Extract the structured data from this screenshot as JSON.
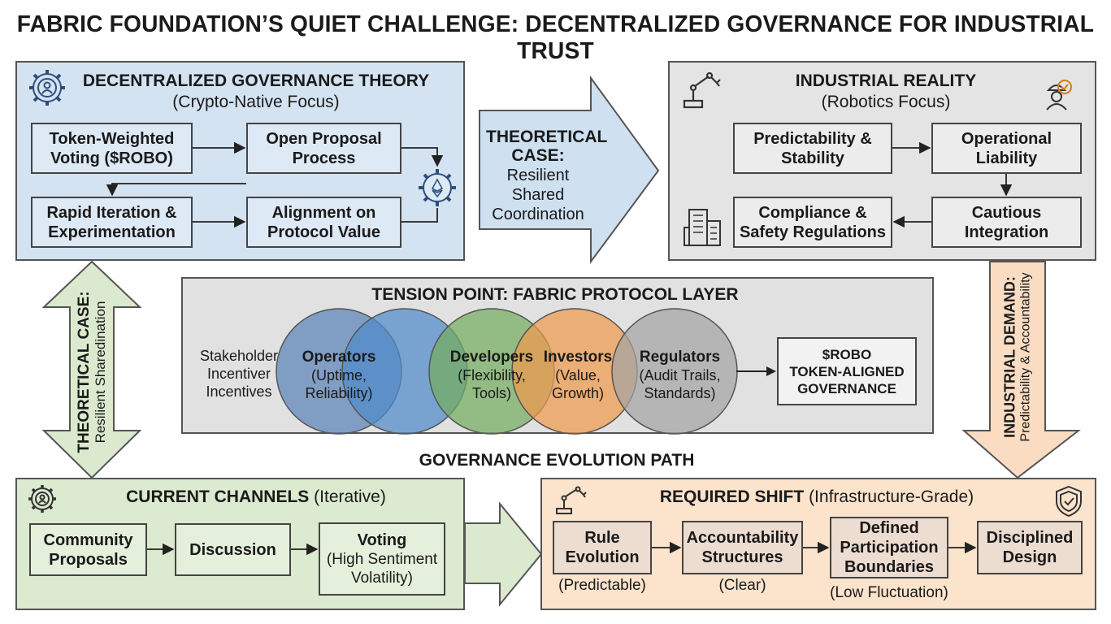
{
  "title": "FABRIC FOUNDATION’S QUIET CHALLENGE: DECENTRALIZED GOVERNANCE FOR INDUSTRIAL TRUST",
  "theory": {
    "title": "DECENTRALIZED GOVERNANCE THEORY",
    "subtitle": "(Crypto-Native Focus)",
    "box1": "Token-Weighted Voting ($ROBO)",
    "box2": "Open Proposal Process",
    "box3": "Rapid Iteration & Experimentation",
    "box4": "Alignment on Protocol Value"
  },
  "theory_arrow": {
    "title": "THEORETICAL CASE:",
    "text": "Resilient Shared Coordination"
  },
  "industrial": {
    "title": "INDUSTRIAL REALITY",
    "subtitle": "(Robotics Focus)",
    "box1": "Predictability & Stability",
    "box2": "Operational Liability",
    "box3": "Compliance & Safety Regulations",
    "box4": "Cautious Integration"
  },
  "left_arrow": {
    "title": "THEORETICAL CASE:",
    "text": "Resilient Sharedination"
  },
  "right_arrow": {
    "title": "INDUSTRIAL DEMAND:",
    "text": "Predictability & Accountability"
  },
  "tension": {
    "title": "TENSION POINT: FABRIC PROTOCOL LAYER",
    "stakeholder_text": "Stakeholder Incentiver Incentives",
    "circles": [
      {
        "name": "Operators",
        "detail": "(Uptime, Reliability)",
        "color": "#5a84b8"
      },
      {
        "name": "",
        "detail": "",
        "color": "#4f8ac9"
      },
      {
        "name": "Developers",
        "detail": "(Flexibility, Tools)",
        "color": "#74ad5f"
      },
      {
        "name": "Investors",
        "detail": "(Value, Growth)",
        "color": "#ee9a4c"
      },
      {
        "name": "Regulators",
        "detail": "(Audit Trails, Standards)",
        "color": "#a3a3a3"
      }
    ],
    "result_line1": "$ROBO",
    "result_line2": "TOKEN-ALIGNED GOVERNANCE"
  },
  "evolution_label": "GOVERNANCE EVOLUTION PATH",
  "current": {
    "title": "CURRENT CHANNELS",
    "title_suffix": "(Iterative)",
    "box1": "Community Proposals",
    "box2": "Discussion",
    "box3_title": "Voting",
    "box3_detail": "(High Sentiment Volatility)"
  },
  "required": {
    "title": "REQUIRED SHIFT",
    "title_suffix": "(Infrastructure-Grade)",
    "box1": "Rule Evolution",
    "box1_caption": "(Predictable)",
    "box2": "Accountability Structures",
    "box2_caption": "(Clear)",
    "box3": "Defined Participation Boundaries",
    "box3_caption": "(Low Fluctuation)",
    "box4": "Disciplined Design"
  },
  "icons": [
    "governance-gear-icon",
    "ethereum-gear-icon",
    "robot-arm-icon",
    "worker-icon",
    "building-icon",
    "shield-check-icon"
  ]
}
